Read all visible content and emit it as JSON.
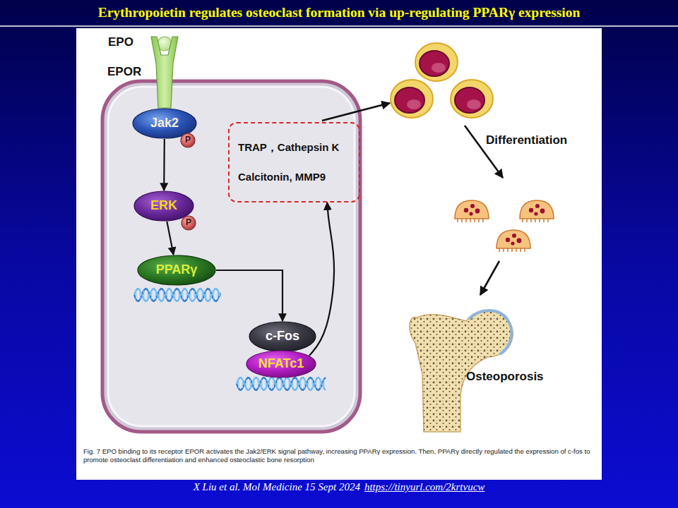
{
  "diagram": {
    "title": "Erythropoietin regulates osteoclast formation via up-regulating PPARγ expression",
    "caption": "Fig. 7 EPO binding to its receptor EPOR activates the Jak2/ERK signal pathway, increasing PPARγ expression. Then, PPARγ directly regulated the expression of c-fos to promote osteoclast differentiation and enhanced osteoclastic bone resorption",
    "nodes": [
      {
        "text": [
          "EPO"
        ]
      },
      {
        "text": [
          "EPOR"
        ]
      },
      {
        "text": [
          "Jak2"
        ]
      },
      {
        "text": [
          "P"
        ]
      },
      {
        "text": [
          "TRAP，Cathepsin K",
          "Calcitonin, MMP9"
        ]
      },
      {
        "text": [
          "ERK"
        ]
      },
      {
        "text": [
          "P"
        ]
      },
      {
        "text": [
          "PPARγ"
        ]
      },
      {
        "text": [
          "c-Fos"
        ]
      },
      {
        "text": [
          "NFATc1"
        ]
      }
    ],
    "edges": [
      {
        "from": 2,
        "to": 5,
        "arrow": "to"
      },
      {
        "from": 5,
        "to": 7,
        "arrow": "to"
      },
      {
        "from": 7,
        "to": 8,
        "arrow": "to"
      },
      {
        "from": 9,
        "to": 4,
        "arrow": "to"
      }
    ],
    "labels": [
      "Differentiation",
      "Osteoporosis",
      "X Liu et al. Mol Medicine 15 Sept 2024",
      "https://tinyurl.com/2krtvucw"
    ]
  }
}
